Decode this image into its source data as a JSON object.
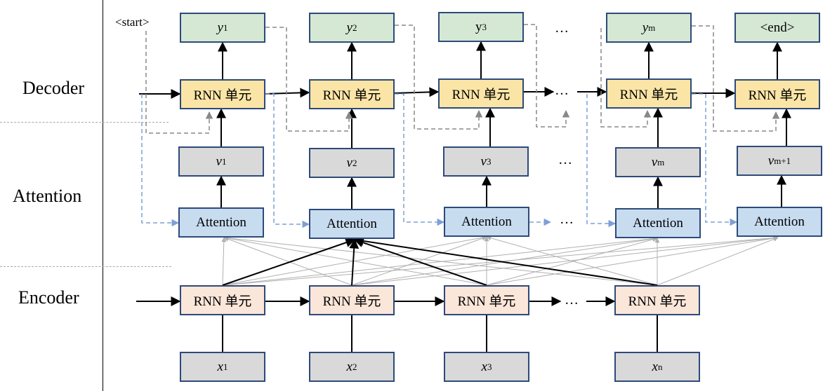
{
  "sections": {
    "decoder": "Decoder",
    "attention": "Attention",
    "encoder": "Encoder"
  },
  "start_token": "<start>",
  "decoder_outputs": [
    {
      "var": "y",
      "sub": "1",
      "italic": true
    },
    {
      "var": "y",
      "sub": "2",
      "italic": true
    },
    {
      "var": "y",
      "sub": "3",
      "italic": false
    },
    {
      "var": "y",
      "sub": "m",
      "italic": true
    },
    {
      "var": "<end>",
      "sub": "",
      "italic": false
    }
  ],
  "rnn_cell_label": "RNN 单元",
  "context_vectors": [
    {
      "var": "v",
      "sub": "1"
    },
    {
      "var": "v",
      "sub": "2"
    },
    {
      "var": "v",
      "sub": "3"
    },
    {
      "var": "v",
      "sub": "m"
    },
    {
      "var": "v",
      "sub": "m+1"
    }
  ],
  "attention_label": "Attention",
  "encoder_inputs": [
    {
      "var": "x",
      "sub": "1"
    },
    {
      "var": "x",
      "sub": "2"
    },
    {
      "var": "x",
      "sub": "3"
    },
    {
      "var": "x",
      "sub": "n"
    }
  ],
  "ellipsis": "…",
  "colors": {
    "output_fill": "#d5e8d4",
    "decoder_rnn_fill": "#fbe5a6",
    "context_fill": "#d9d9d9",
    "attention_fill": "#c8dcf0",
    "encoder_rnn_fill": "#fbe6da",
    "box_border": "#2d4a7a",
    "feedback_dash": "#888888",
    "attention_dash": "#7f9fd6",
    "attention_link_gray": "#b0b0b0"
  }
}
